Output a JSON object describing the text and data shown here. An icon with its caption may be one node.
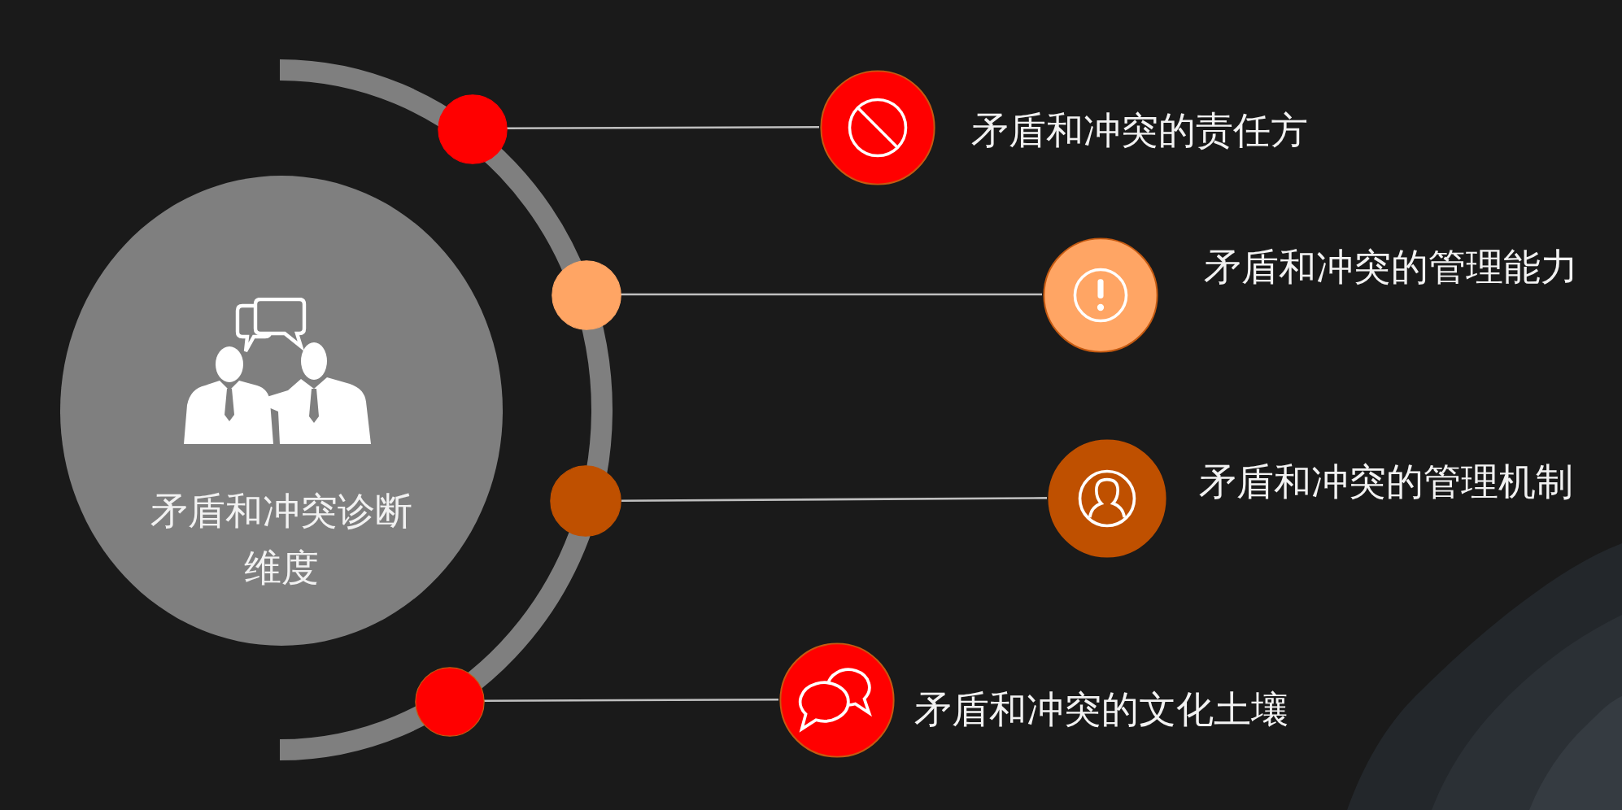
{
  "diagram": {
    "nodes": [
      {
        "text": [
          "矛盾和冲突诊断维度"
        ]
      },
      {
        "text": [],
        "shape": "circle"
      },
      {
        "text": [],
        "shape": "circle",
        "beside": [
          "矛盾和冲突的责任方"
        ]
      },
      {
        "text": [],
        "shape": "circle"
      },
      {
        "text": [],
        "shape": "circle",
        "beside": [
          "矛盾和冲突的管理能力"
        ]
      },
      {
        "text": [],
        "shape": "circle"
      },
      {
        "text": [],
        "shape": "circle",
        "beside": [
          "矛盾和冲突的管理机制"
        ]
      },
      {
        "text": [],
        "shape": "circle"
      },
      {
        "text": [],
        "shape": "circle",
        "beside": [
          "矛盾和冲突的文化土壤"
        ]
      }
    ],
    "edges": [
      {
        "from": 1,
        "to": 2,
        "arrow": "none"
      },
      {
        "from": 3,
        "to": 4,
        "arrow": "none"
      },
      {
        "from": 5,
        "to": 6,
        "arrow": "none"
      },
      {
        "from": 7,
        "to": 8,
        "arrow": "none"
      }
    ]
  }
}
